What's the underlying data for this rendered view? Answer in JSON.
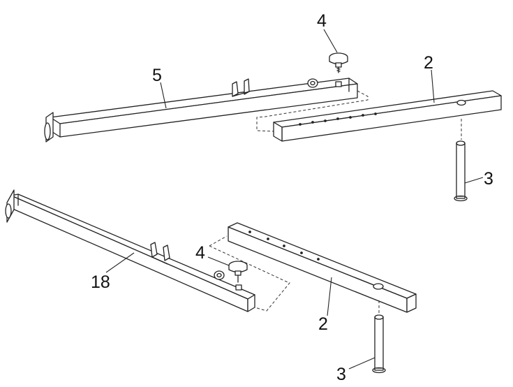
{
  "callouts": {
    "top_knob": "4",
    "top_main_tube": "5",
    "top_extension": "2",
    "top_leg": "3",
    "bottom_main_tube": "18",
    "bottom_knob": "4",
    "bottom_extension": "2",
    "bottom_leg": "3"
  }
}
